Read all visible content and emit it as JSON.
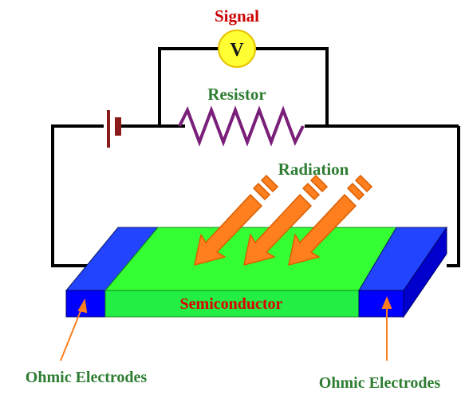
{
  "labels": {
    "signal": "Signal",
    "voltmeter": "V",
    "resistor": "Resistor",
    "radiation": "Radiation",
    "semiconductor": "Semiconductor",
    "electrode_left": "Ohmic Electrodes",
    "electrode_right": "Ohmic Electrodes"
  },
  "colors": {
    "wire": "#000000",
    "battery": "#8b1a1a",
    "resistor": "#7a1f7a",
    "voltmeter_fill": "#ffff33",
    "semiconductor_top": "#33ff33",
    "semiconductor_front": "#22ee44",
    "electrode_top": "#2244ff",
    "electrode_front": "#0000ff",
    "electrode_side": "#0000cc",
    "arrow": "#ff7f1f",
    "signal_text": "#cc0000",
    "green_text": "#2e7d32",
    "semiconductor_text": "#dd0000",
    "pointer": "#ff7f1f"
  },
  "icons": {
    "voltmeter": "voltmeter-icon",
    "battery": "battery-icon",
    "resistor": "resistor-icon",
    "radiation": "radiation-arrow-icon"
  }
}
